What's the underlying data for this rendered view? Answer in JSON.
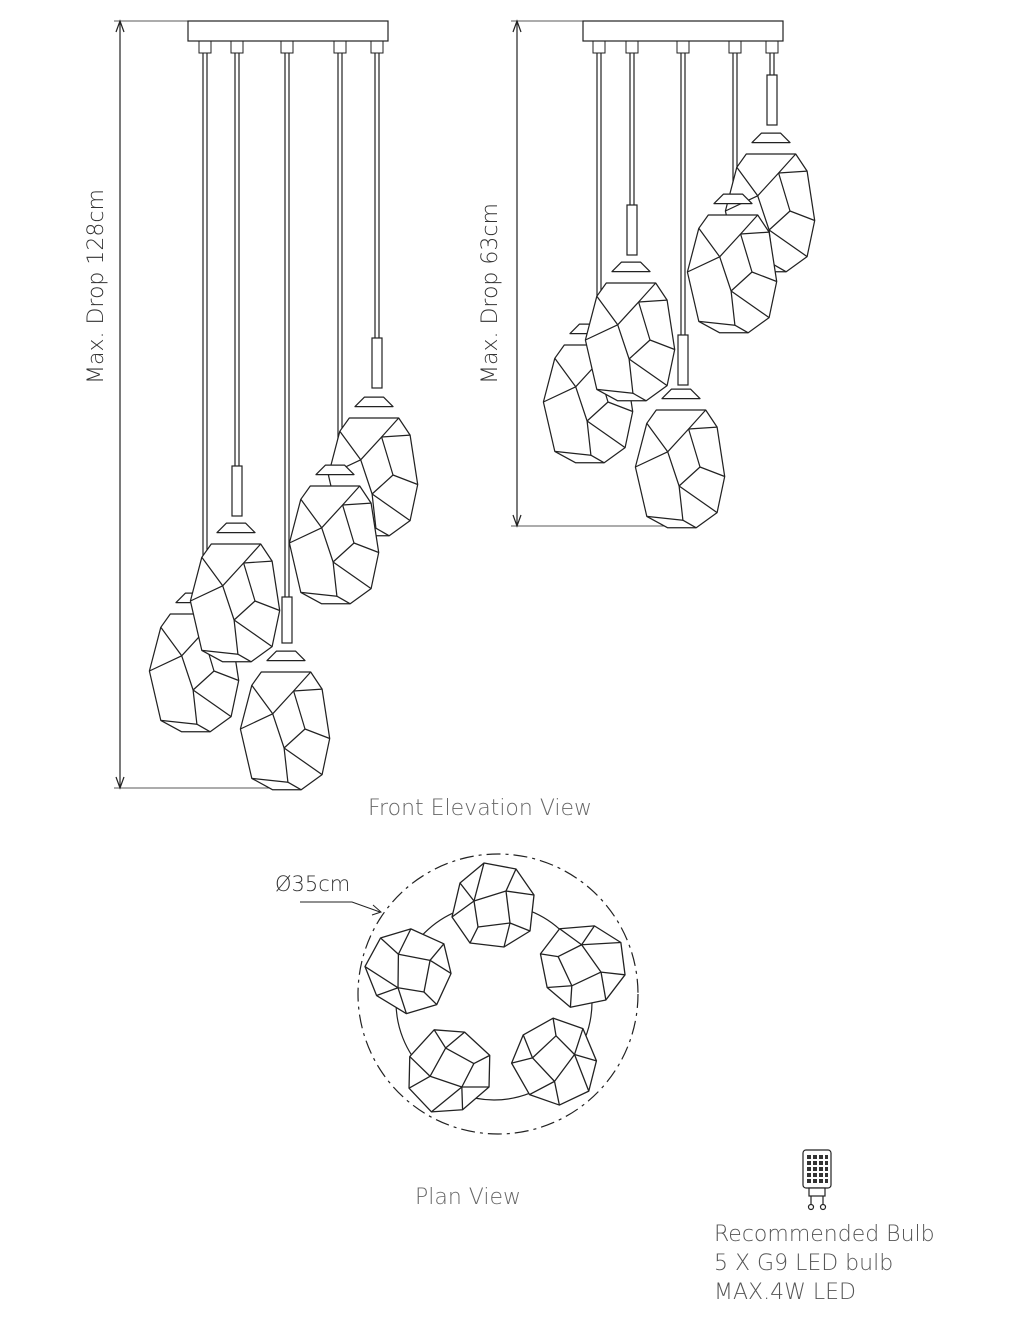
{
  "front_view": {
    "caption": "Front Elevation View",
    "max_drop_long": "Max. Drop 128cm",
    "max_drop_short": "Max. Drop 63cm"
  },
  "plan_view": {
    "caption": "Plan View",
    "diameter": "Ø35cm"
  },
  "bulb": {
    "icon": "g9-led-bulb-icon",
    "line1": "Recommended Bulb",
    "line2": "5 X G9 LED bulb",
    "line3": "MAX.4W LED"
  }
}
